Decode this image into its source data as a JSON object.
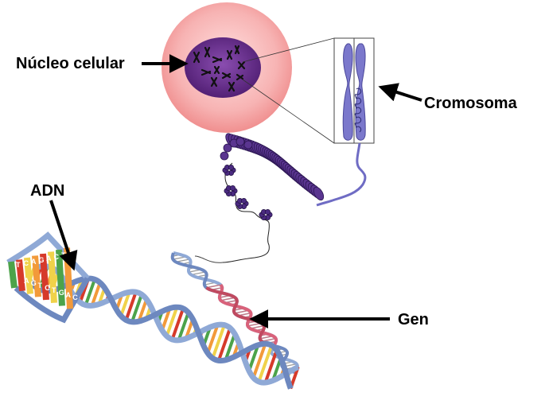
{
  "labels": {
    "nucleus": "Núcleo celular",
    "chromosome": "Cromosoma",
    "dna": "ADN",
    "gene": "Gen"
  },
  "base_letters": [
    "T",
    "A",
    "C",
    "G",
    "A",
    "T",
    "G",
    "C",
    "A",
    "T",
    "C",
    "G",
    "T",
    "A",
    "G",
    "C"
  ],
  "colors": {
    "cell_outer": "#f7b3b3",
    "nucleus": "#6a2f8e",
    "chromatid": "#7b78cc",
    "dna_backbone": "#8fa9d6",
    "gene_backbone": "#d9627a",
    "base_yellow": "#f0d24a",
    "base_red": "#d63a2a",
    "base_green": "#4ca34a",
    "base_orange": "#f29a3a"
  },
  "icons": [
    "arrow-icon"
  ]
}
